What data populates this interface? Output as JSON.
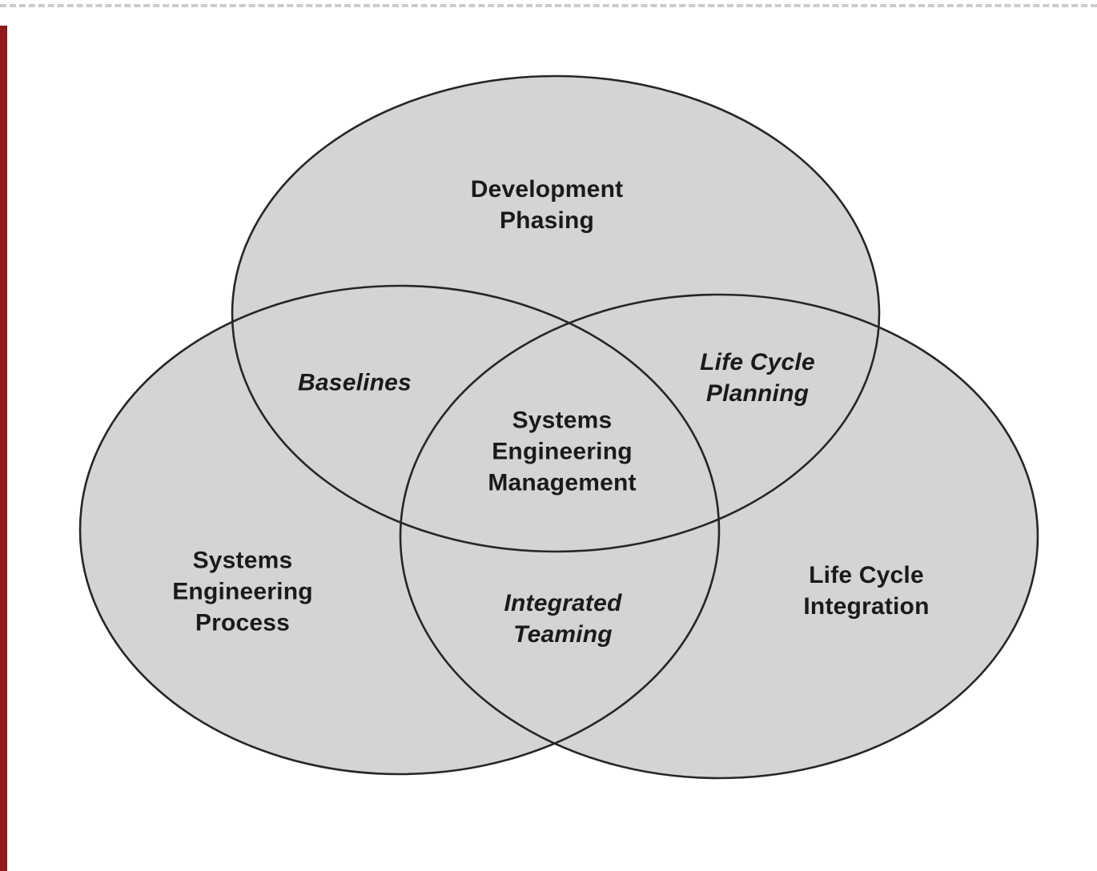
{
  "decorations": {
    "top_border_color": "#cccccc",
    "left_bar_color": "#901a1a"
  },
  "venn": {
    "type": "venn-3-set",
    "fill_color": "#d4d4d4",
    "outline_color": "#262626",
    "sets": {
      "development_phasing": {
        "label": "Development\nPhasing"
      },
      "systems_engineering_process": {
        "label": "Systems\nEngineering\nProcess"
      },
      "life_cycle_integration": {
        "label": "Life Cycle\nIntegration"
      }
    },
    "overlaps": {
      "baselines": {
        "label": "Baselines"
      },
      "life_cycle_planning": {
        "label": "Life Cycle\nPlanning"
      },
      "systems_engineering_management": {
        "label": "Systems\nEngineering\nManagement"
      },
      "integrated_teaming": {
        "label": "Integrated\nTeaming"
      }
    }
  }
}
